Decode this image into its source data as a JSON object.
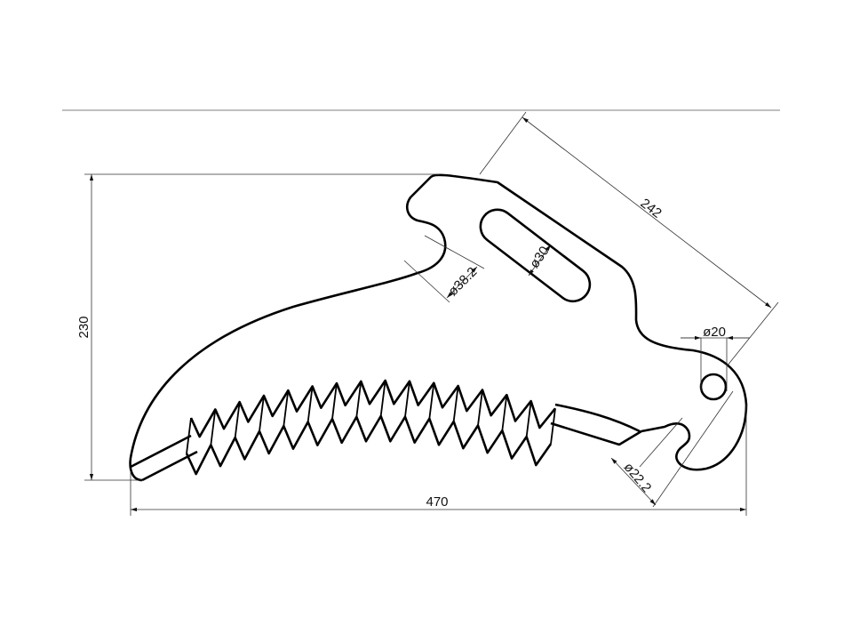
{
  "drawing": {
    "dimensions": {
      "height": "230",
      "width": "470",
      "diagonal": "242",
      "notch_diameter": "ø38.2",
      "slot_width": "ø30",
      "hole_diameter": "ø20",
      "hook_diameter": "ø22.2"
    },
    "serration_teeth": 15
  }
}
